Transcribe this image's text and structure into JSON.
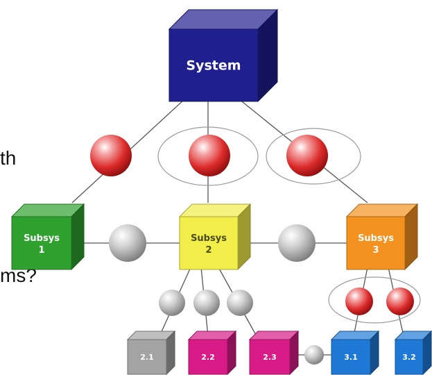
{
  "text_fragments": [
    "th",
    "ms?"
  ],
  "colors": {
    "system": "#1f1f8f",
    "subsys1": "#2ea12e",
    "subsys2": "#f1ee4a",
    "subsys3": "#f4921f",
    "unit_2_1": "#a3a3a3",
    "unit_2_2": "#d81b86",
    "unit_2_3": "#d81b86",
    "unit_3_1": "#1e78d6",
    "unit_3_2": "#1e78d6",
    "red_sphere": "#e02020",
    "grey_sphere": "#9a9a9a"
  },
  "diagram": {
    "system": {
      "line1": "System",
      "line2": ""
    },
    "subsys1": {
      "line1": "Subsys",
      "line2": "1"
    },
    "subsys2": {
      "line1": "Subsys",
      "line2": "2"
    },
    "subsys3": {
      "line1": "Subsys",
      "line2": "3"
    },
    "unit_2_1": {
      "line1": "2.1",
      "line2": ""
    },
    "unit_2_2": {
      "line1": "2.2",
      "line2": ""
    },
    "unit_2_3": {
      "line1": "2.3",
      "line2": ""
    },
    "unit_3_1": {
      "line1": "3.1",
      "line2": ""
    },
    "unit_3_2": {
      "line1": "3.2",
      "line2": ""
    }
  }
}
